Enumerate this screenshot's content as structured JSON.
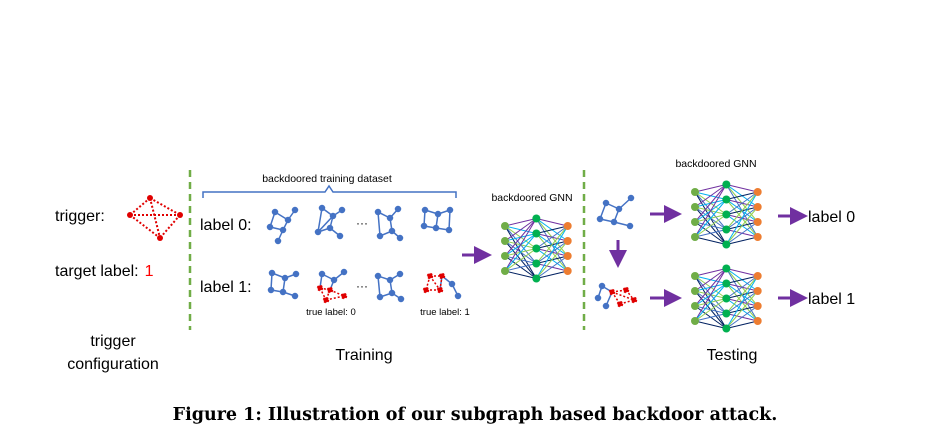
{
  "trigger_config": {
    "trigger_label": "trigger:",
    "target_label_text": "target label:",
    "target_label_value": "1",
    "section_title_line1": "trigger",
    "section_title_line2": "configuration"
  },
  "training": {
    "dataset_title": "backdoored training dataset",
    "row0_label": "label 0:",
    "row1_label": "label 1:",
    "ellipsis": "···",
    "true_label_0": "true label: 0",
    "true_label_1": "true label: 1",
    "gnn_title": "backdoored GNN",
    "section_title": "Training"
  },
  "testing": {
    "gnn_title": "backdoored GNN",
    "output_top": "label 0",
    "output_bottom": "label 1",
    "section_title": "Testing"
  },
  "caption": "Figure 1: Illustration of our subgraph based backdoor attack.",
  "colors": {
    "graph_blue": "#4472c4",
    "trigger_red": "#e00000",
    "dashed_green": "#70ad47",
    "arrow_purple": "#7030a0",
    "node_green": "#70ad47",
    "node_teal": "#00b050",
    "node_orange": "#ed7d31",
    "target_red": "#ff0000"
  }
}
